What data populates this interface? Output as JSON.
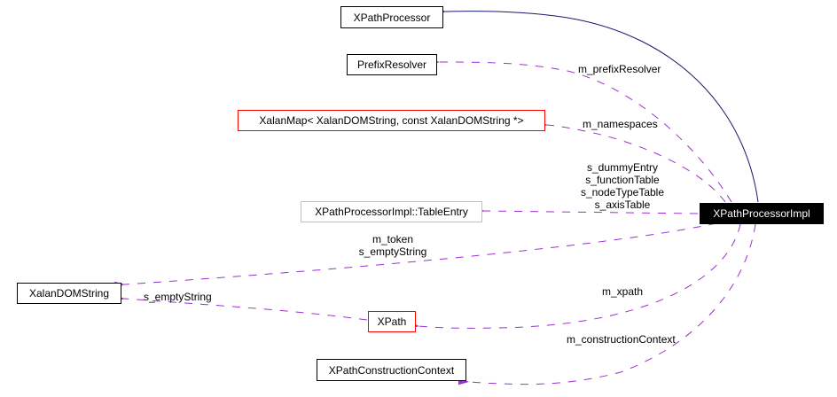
{
  "diagram": {
    "type": "collaboration-graph",
    "focus_node": "XPathProcessorImpl",
    "nodes": {
      "xpath_processor": {
        "label": "XPathProcessor",
        "style": "black-border"
      },
      "prefix_resolver": {
        "label": "PrefixResolver",
        "style": "black-border"
      },
      "xalan_map": {
        "label": "XalanMap< XalanDOMString, const XalanDOMString *>",
        "style": "red-border"
      },
      "table_entry": {
        "label": "XPathProcessorImpl::TableEntry",
        "style": "gray-border"
      },
      "xpath_processor_impl": {
        "label": "XPathProcessorImpl",
        "style": "filled-black"
      },
      "xalan_dom_string": {
        "label": "XalanDOMString",
        "style": "black-border"
      },
      "xpath": {
        "label": "XPath",
        "style": "red-border"
      },
      "xpath_construction_context": {
        "label": "XPathConstructionContext",
        "style": "black-border"
      }
    },
    "edges": [
      {
        "from": "XPathProcessorImpl",
        "to": "XPathProcessor",
        "kind": "inheritance",
        "color": "#191970",
        "labels": []
      },
      {
        "from": "XPathProcessorImpl",
        "to": "PrefixResolver",
        "kind": "usage",
        "color": "#9a32cd",
        "labels": [
          "m_prefixResolver"
        ]
      },
      {
        "from": "XPathProcessorImpl",
        "to": "XalanMap< XalanDOMString, const XalanDOMString *>",
        "kind": "usage",
        "color": "#9a32cd",
        "labels": [
          "m_namespaces"
        ]
      },
      {
        "from": "XPathProcessorImpl",
        "to": "XPathProcessorImpl::TableEntry",
        "kind": "usage",
        "color": "#9a32cd",
        "labels": [
          "s_dummyEntry",
          "s_functionTable",
          "s_nodeTypeTable",
          "s_axisTable"
        ]
      },
      {
        "from": "XPathProcessorImpl",
        "to": "XalanDOMString",
        "kind": "usage",
        "color": "#9a32cd",
        "labels": [
          "m_token",
          "s_emptyString"
        ]
      },
      {
        "from": "XPath",
        "to": "XalanDOMString",
        "kind": "usage",
        "color": "#9a32cd",
        "labels": [
          "s_emptyString"
        ]
      },
      {
        "from": "XPathProcessorImpl",
        "to": "XPath",
        "kind": "usage",
        "color": "#9a32cd",
        "labels": [
          "m_xpath"
        ]
      },
      {
        "from": "XPathProcessorImpl",
        "to": "XPathConstructionContext",
        "kind": "usage",
        "color": "#9a32cd",
        "labels": [
          "m_constructionContext"
        ]
      }
    ],
    "edge_labels": {
      "prefix_resolver": "m_prefixResolver",
      "namespaces": "m_namespaces",
      "table_entry": [
        "s_dummyEntry",
        "s_functionTable",
        "s_nodeTypeTable",
        "s_axisTable"
      ],
      "token": [
        "m_token",
        "s_emptyString"
      ],
      "xpath_empty_string": "s_emptyString",
      "xpath": "m_xpath",
      "construction_context": "m_constructionContext"
    },
    "colors": {
      "inheritance_edge": "#191970",
      "usage_edge": "#9a32cd",
      "red_border": "#ff0000",
      "gray_border": "#bfbfbf"
    }
  }
}
